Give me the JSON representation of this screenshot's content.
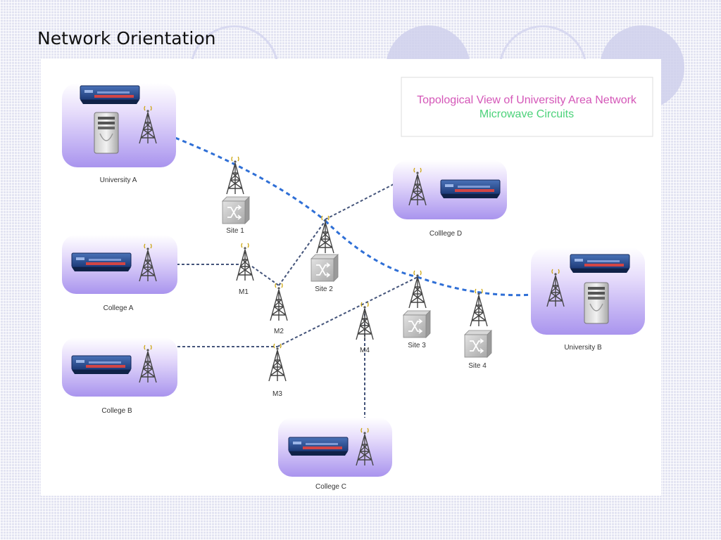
{
  "slide": {
    "title": "Network Orientation"
  },
  "legend": {
    "line1": "Topological View of University Area Network",
    "line2": "Microwave Circuits"
  },
  "nodes": {
    "university_a": "University A",
    "university_b": "University B",
    "college_a": "College A",
    "college_b": "College B",
    "college_c": "College C",
    "college_d": "Colllege D",
    "site_1": "Site 1",
    "site_2": "Site 2",
    "site_3": "Site 3",
    "site_4": "Site 4",
    "m1": "M1",
    "m2": "M2",
    "m3": "M3",
    "m4": "M4"
  },
  "colors": {
    "backbone_link": "#2f6fd6",
    "secondary_link": "#44547a",
    "node_panel": "#b9a6f0",
    "legend_pink": "#d456b8",
    "legend_green": "#4cd27a"
  }
}
